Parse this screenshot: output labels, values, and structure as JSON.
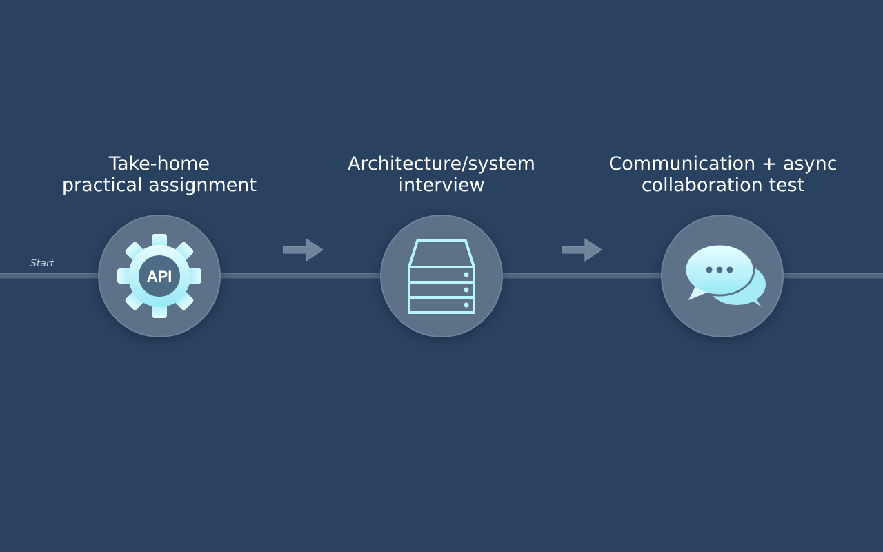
{
  "timeline": {
    "start_label": "Start"
  },
  "steps": [
    {
      "title_line1": "Take-home",
      "title_line2": "practical assignment",
      "icon": "gear-icon",
      "icon_text": "API"
    },
    {
      "title_line1": "Architecture/system",
      "title_line2": "interview",
      "icon": "server-icon"
    },
    {
      "title_line1": "Communication + async",
      "title_line2": "collaboration test",
      "icon": "chat-bubbles-icon"
    }
  ],
  "colors": {
    "background": "#29425f",
    "node_fill": "#5d7288",
    "icon_glow": "#b8f3ff",
    "text": "#ffffff"
  }
}
